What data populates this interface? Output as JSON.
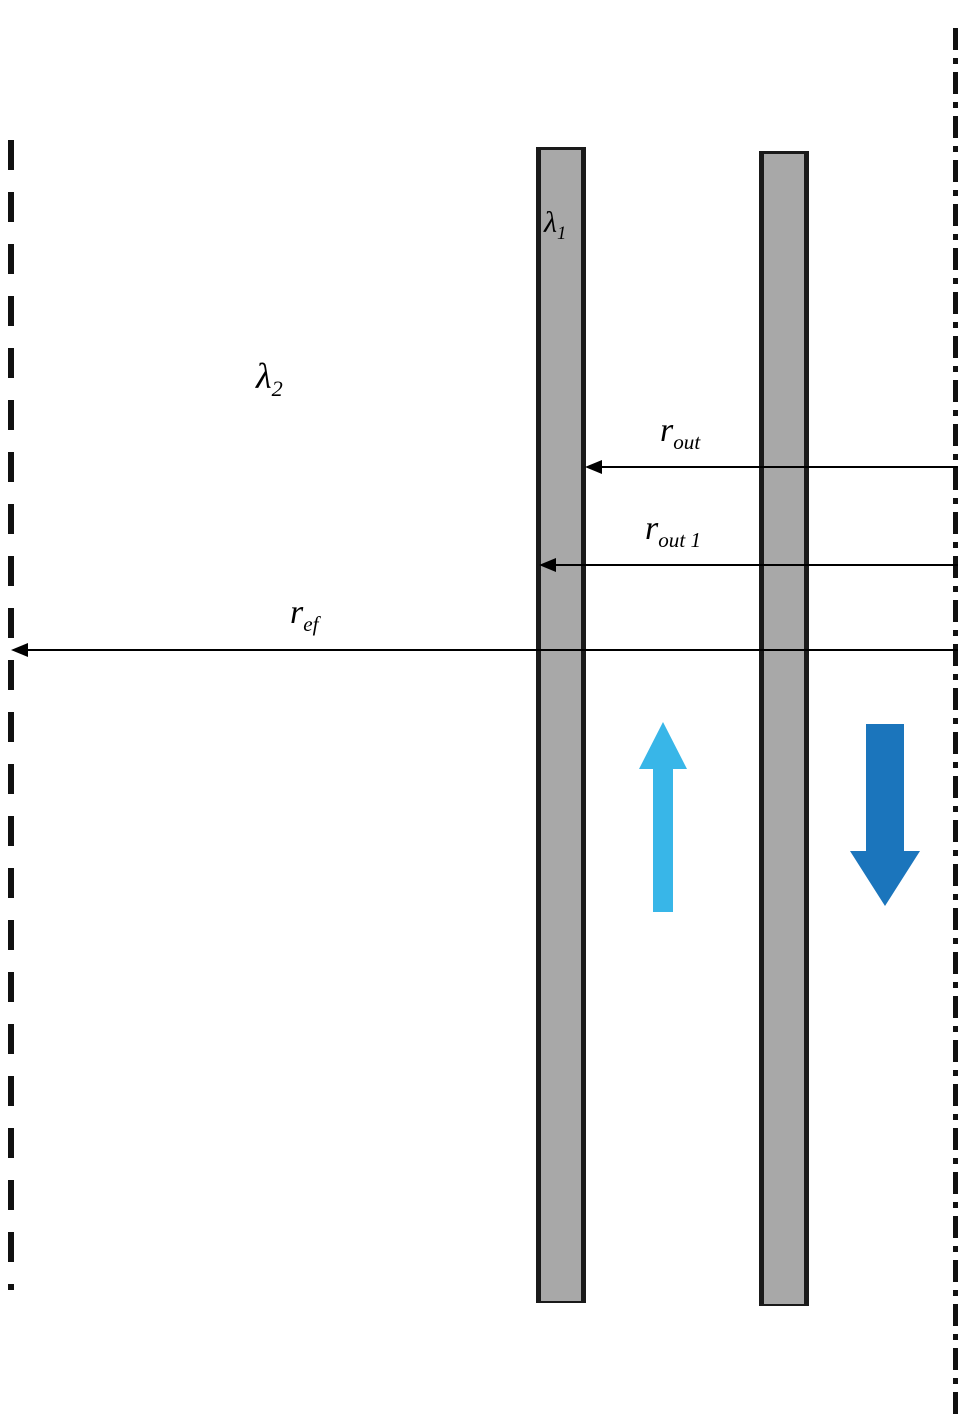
{
  "labels": {
    "lambda1": {
      "base": "λ",
      "sub": "1"
    },
    "lambda2": {
      "base": "λ",
      "sub": "2"
    },
    "r_out": {
      "base": "r",
      "sub": "out"
    },
    "r_out1": {
      "base": "r",
      "sub": "out 1"
    },
    "r_ef": {
      "base": "r",
      "sub": "ef"
    }
  },
  "colors": {
    "pipe_fill": "#a8a8a8",
    "pipe_border": "#1a1a1a",
    "dimension_line": "#000000",
    "up_flow_arrow": "#38b6e8",
    "down_flow_arrow": "#1b75bc"
  }
}
